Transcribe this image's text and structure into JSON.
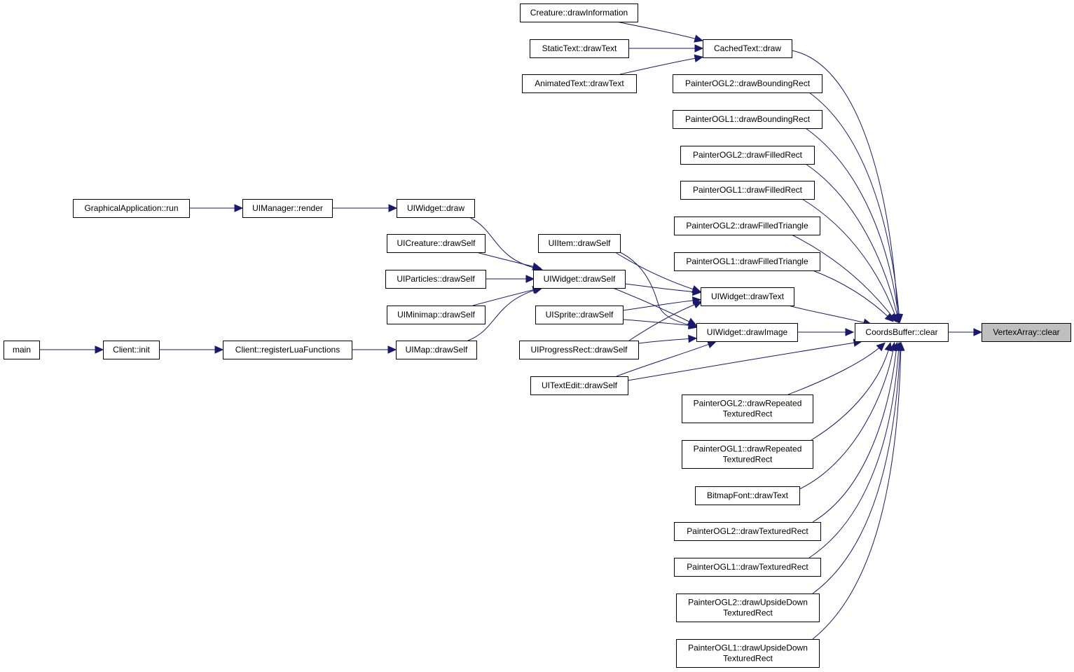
{
  "graph": {
    "edge_color": "#191970",
    "node_border_color": "#000000",
    "highlight_fill": "#bfbfbf",
    "nodes": [
      {
        "id": "vertexarray_clear",
        "lines": [
          "VertexArray::clear"
        ],
        "highlight": true
      },
      {
        "id": "coordsbuffer_clear",
        "lines": [
          "CoordsBuffer::clear"
        ]
      },
      {
        "id": "cachedtext_draw",
        "lines": [
          "CachedText::draw"
        ]
      },
      {
        "id": "creature_drawinformation",
        "lines": [
          "Creature::drawInformation"
        ]
      },
      {
        "id": "statictext_drawtext",
        "lines": [
          "StaticText::drawText"
        ]
      },
      {
        "id": "animatedtext_drawtext",
        "lines": [
          "AnimatedText::drawText"
        ]
      },
      {
        "id": "painterogl2_drawboundingrect",
        "lines": [
          "PainterOGL2::drawBoundingRect"
        ]
      },
      {
        "id": "painterogl1_drawboundingrect",
        "lines": [
          "PainterOGL1::drawBoundingRect"
        ]
      },
      {
        "id": "painterogl2_drawfilledrect",
        "lines": [
          "PainterOGL2::drawFilledRect"
        ]
      },
      {
        "id": "painterogl1_drawfilledrect",
        "lines": [
          "PainterOGL1::drawFilledRect"
        ]
      },
      {
        "id": "painterogl2_drawfilledtriangle",
        "lines": [
          "PainterOGL2::drawFilledTriangle"
        ]
      },
      {
        "id": "painterogl1_drawfilledtriangle",
        "lines": [
          "PainterOGL1::drawFilledTriangle"
        ]
      },
      {
        "id": "uiwidget_drawtext",
        "lines": [
          "UIWidget::drawText"
        ]
      },
      {
        "id": "uiwidget_drawimage",
        "lines": [
          "UIWidget::drawImage"
        ]
      },
      {
        "id": "uitextedit_drawself",
        "lines": [
          "UITextEdit::drawSelf"
        ]
      },
      {
        "id": "painterogl2_drawrepeatedtexturedrect",
        "lines": [
          "PainterOGL2::drawRepeated",
          "TexturedRect"
        ]
      },
      {
        "id": "painterogl1_drawrepeatedtexturedrect",
        "lines": [
          "PainterOGL1::drawRepeated",
          "TexturedRect"
        ]
      },
      {
        "id": "bitmapfont_drawtext",
        "lines": [
          "BitmapFont::drawText"
        ]
      },
      {
        "id": "painterogl2_drawtexturedrect",
        "lines": [
          "PainterOGL2::drawTexturedRect"
        ]
      },
      {
        "id": "painterogl1_drawtexturedrect",
        "lines": [
          "PainterOGL1::drawTexturedRect"
        ]
      },
      {
        "id": "painterogl2_drawupsidedowntexturedrect",
        "lines": [
          "PainterOGL2::drawUpsideDown",
          "TexturedRect"
        ]
      },
      {
        "id": "painterogl1_drawupsidedowntexturedrect",
        "lines": [
          "PainterOGL1::drawUpsideDown",
          "TexturedRect"
        ]
      },
      {
        "id": "uiitem_drawself",
        "lines": [
          "UIItem::drawSelf"
        ]
      },
      {
        "id": "uiwidget_drawself",
        "lines": [
          "UIWidget::drawSelf"
        ]
      },
      {
        "id": "uisprite_drawself",
        "lines": [
          "UISprite::drawSelf"
        ]
      },
      {
        "id": "uiprogressrect_drawself",
        "lines": [
          "UIProgressRect::drawSelf"
        ]
      },
      {
        "id": "uiwidget_draw",
        "lines": [
          "UIWidget::draw"
        ]
      },
      {
        "id": "uicreature_drawself",
        "lines": [
          "UICreature::drawSelf"
        ]
      },
      {
        "id": "uiparticles_drawself",
        "lines": [
          "UIParticles::drawSelf"
        ]
      },
      {
        "id": "uiminimap_drawself",
        "lines": [
          "UIMinimap::drawSelf"
        ]
      },
      {
        "id": "uimap_drawself",
        "lines": [
          "UIMap::drawSelf"
        ]
      },
      {
        "id": "uimanager_render",
        "lines": [
          "UIManager::render"
        ]
      },
      {
        "id": "graphicalapplication_run",
        "lines": [
          "GraphicalApplication::run"
        ]
      },
      {
        "id": "client_registerluafunctions",
        "lines": [
          "Client::registerLuaFunctions"
        ]
      },
      {
        "id": "client_init",
        "lines": [
          "Client::init"
        ]
      },
      {
        "id": "main",
        "lines": [
          "main"
        ]
      }
    ],
    "edges": [
      {
        "from": "coordsbuffer_clear",
        "to": "vertexarray_clear"
      },
      {
        "from": "cachedtext_draw",
        "to": "coordsbuffer_clear"
      },
      {
        "from": "creature_drawinformation",
        "to": "cachedtext_draw"
      },
      {
        "from": "statictext_drawtext",
        "to": "cachedtext_draw"
      },
      {
        "from": "animatedtext_drawtext",
        "to": "cachedtext_draw"
      },
      {
        "from": "painterogl2_drawboundingrect",
        "to": "coordsbuffer_clear"
      },
      {
        "from": "painterogl1_drawboundingrect",
        "to": "coordsbuffer_clear"
      },
      {
        "from": "painterogl2_drawfilledrect",
        "to": "coordsbuffer_clear"
      },
      {
        "from": "painterogl1_drawfilledrect",
        "to": "coordsbuffer_clear"
      },
      {
        "from": "painterogl2_drawfilledtriangle",
        "to": "coordsbuffer_clear"
      },
      {
        "from": "painterogl1_drawfilledtriangle",
        "to": "coordsbuffer_clear"
      },
      {
        "from": "uiwidget_drawtext",
        "to": "coordsbuffer_clear"
      },
      {
        "from": "uiwidget_drawimage",
        "to": "coordsbuffer_clear"
      },
      {
        "from": "uitextedit_drawself",
        "to": "coordsbuffer_clear"
      },
      {
        "from": "painterogl2_drawrepeatedtexturedrect",
        "to": "coordsbuffer_clear"
      },
      {
        "from": "painterogl1_drawrepeatedtexturedrect",
        "to": "coordsbuffer_clear"
      },
      {
        "from": "bitmapfont_drawtext",
        "to": "coordsbuffer_clear"
      },
      {
        "from": "painterogl2_drawtexturedrect",
        "to": "coordsbuffer_clear"
      },
      {
        "from": "painterogl1_drawtexturedrect",
        "to": "coordsbuffer_clear"
      },
      {
        "from": "painterogl2_drawupsidedowntexturedrect",
        "to": "coordsbuffer_clear"
      },
      {
        "from": "painterogl1_drawupsidedowntexturedrect",
        "to": "coordsbuffer_clear"
      },
      {
        "from": "uiitem_drawself",
        "to": "uiwidget_drawtext"
      },
      {
        "from": "uiwidget_drawself",
        "to": "uiwidget_drawtext"
      },
      {
        "from": "uisprite_drawself",
        "to": "uiwidget_drawtext"
      },
      {
        "from": "uiprogressrect_drawself",
        "to": "uiwidget_drawtext"
      },
      {
        "from": "uiitem_drawself",
        "to": "uiwidget_drawimage"
      },
      {
        "from": "uiwidget_drawself",
        "to": "uiwidget_drawimage"
      },
      {
        "from": "uisprite_drawself",
        "to": "uiwidget_drawimage"
      },
      {
        "from": "uiprogressrect_drawself",
        "to": "uiwidget_drawimage"
      },
      {
        "from": "uitextedit_drawself",
        "to": "uiwidget_drawimage"
      },
      {
        "from": "uiwidget_draw",
        "to": "uiwidget_drawself"
      },
      {
        "from": "uicreature_drawself",
        "to": "uiwidget_drawself"
      },
      {
        "from": "uiparticles_drawself",
        "to": "uiwidget_drawself"
      },
      {
        "from": "uiminimap_drawself",
        "to": "uiwidget_drawself"
      },
      {
        "from": "uimap_drawself",
        "to": "uiwidget_drawself"
      },
      {
        "from": "uimanager_render",
        "to": "uiwidget_draw"
      },
      {
        "from": "graphicalapplication_run",
        "to": "uimanager_render"
      },
      {
        "from": "client_registerluafunctions",
        "to": "uimap_drawself"
      },
      {
        "from": "client_init",
        "to": "client_registerluafunctions"
      },
      {
        "from": "main",
        "to": "client_init"
      }
    ]
  }
}
